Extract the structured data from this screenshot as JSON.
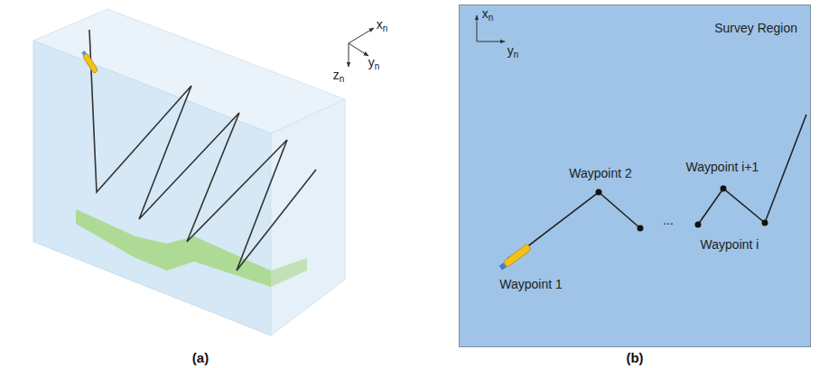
{
  "diagram": {
    "nodes": [
      {
        "text": [
          "Survey Region"
        ]
      }
    ],
    "labels": [
      "xn",
      "yn",
      "zn",
      "(a)",
      "xn",
      "yn",
      "Waypoint 2",
      "...",
      "Waypoint i+1",
      "Waypoint i",
      "Waypoint 1",
      "(b)"
    ]
  }
}
